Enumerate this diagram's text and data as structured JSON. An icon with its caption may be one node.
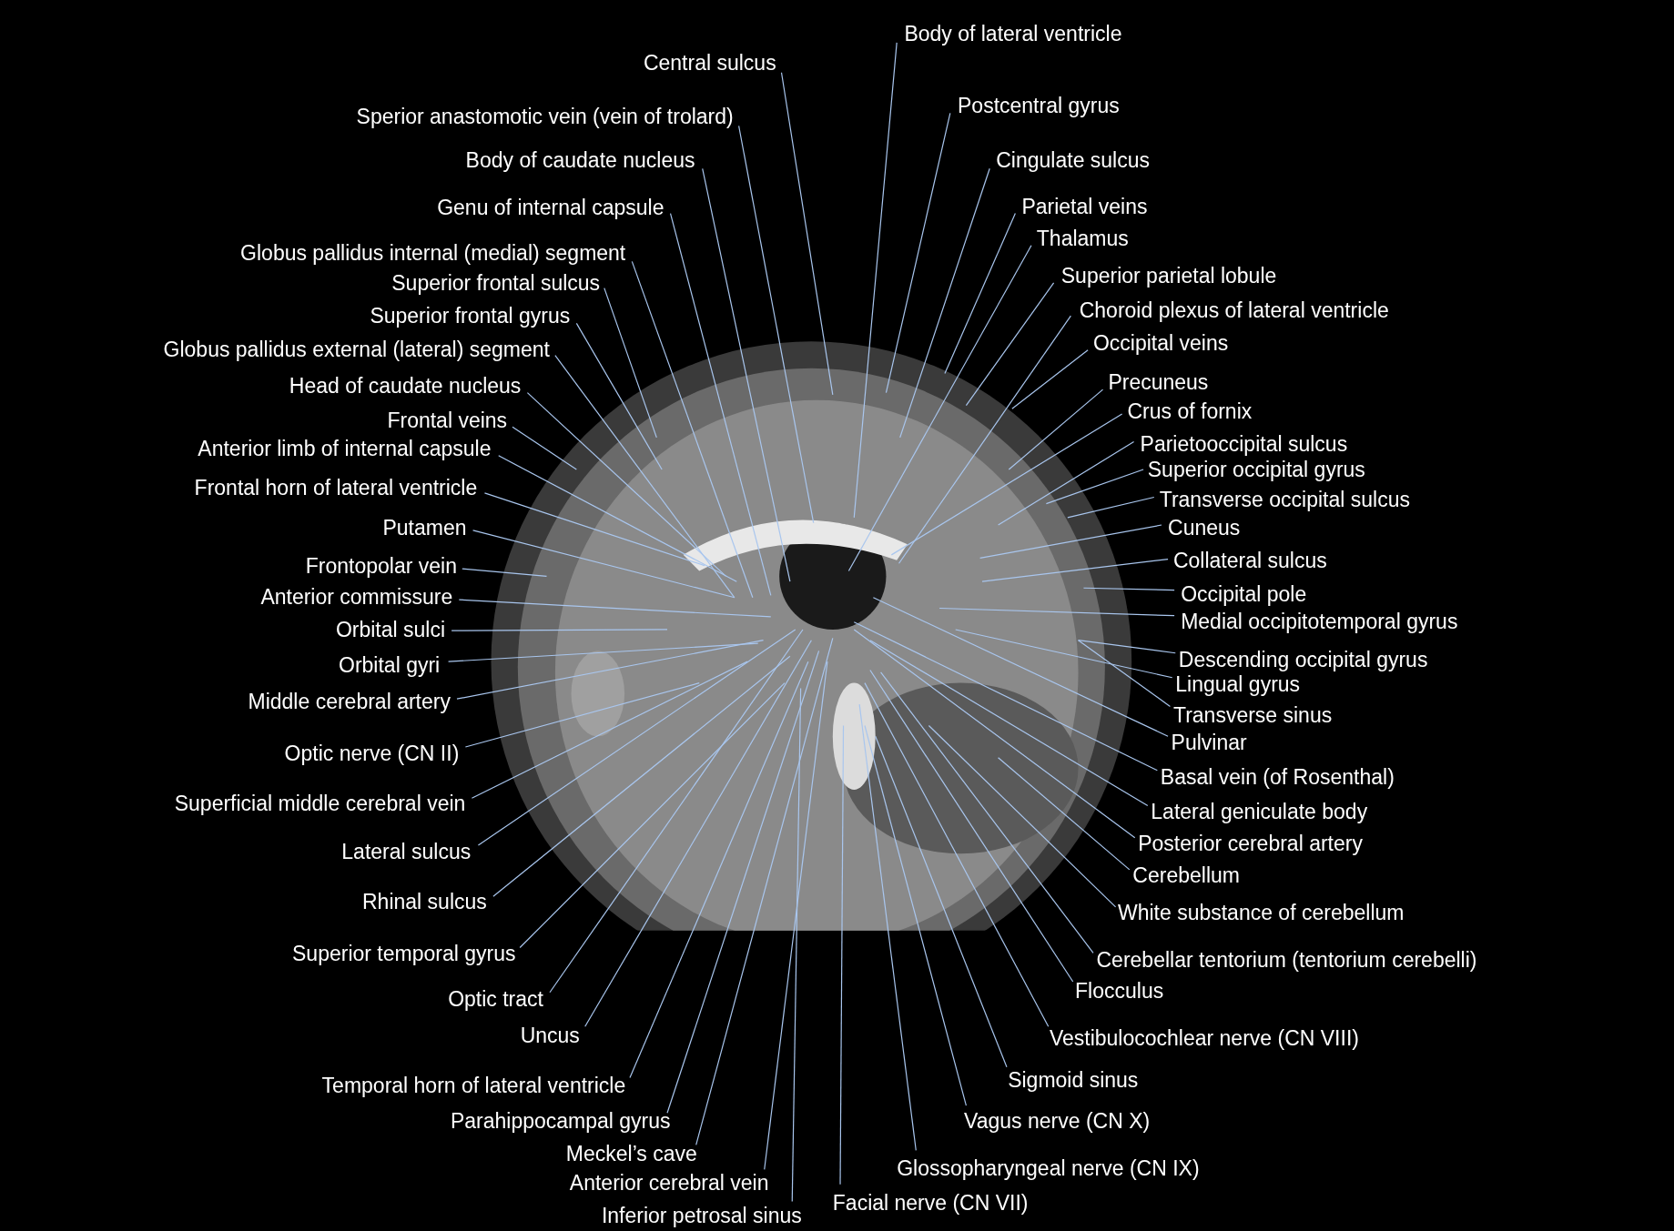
{
  "diagram": {
    "nodes": [
      {
        "text": [
          "Body of lateral ventricle"
        ]
      },
      {
        "text": [
          "Central sulcus"
        ]
      },
      {
        "text": [
          "Sperior anastomotic vein (vein of trolard)"
        ]
      },
      {
        "text": [
          "Body of caudate nucleus"
        ]
      },
      {
        "text": [
          "Genu of internal capsule"
        ]
      },
      {
        "text": [
          "Globus pallidus internal (medial) segment"
        ]
      },
      {
        "text": [
          "Superior frontal sulcus"
        ]
      },
      {
        "text": [
          "Superior frontal gyrus"
        ]
      },
      {
        "text": [
          "Globus pallidus external (lateral) segment"
        ]
      },
      {
        "text": [
          "Head of caudate nucleus"
        ]
      },
      {
        "text": [
          "Frontal veins"
        ]
      },
      {
        "text": [
          "Anterior limb of internal capsule"
        ]
      },
      {
        "text": [
          "Frontal horn of lateral ventricle"
        ]
      },
      {
        "text": [
          "Putamen"
        ]
      },
      {
        "text": [
          "Frontopolar vein"
        ]
      },
      {
        "text": [
          "Anterior commissure"
        ]
      },
      {
        "text": [
          "Orbital sulci"
        ]
      },
      {
        "text": [
          "Orbital gyri"
        ]
      },
      {
        "text": [
          "Middle cerebral artery"
        ]
      },
      {
        "text": [
          "Optic nerve (CN II)"
        ]
      },
      {
        "text": [
          "Superficial middle cerebral vein"
        ]
      },
      {
        "text": [
          "Lateral sulcus"
        ]
      },
      {
        "text": [
          "Rhinal sulcus"
        ]
      },
      {
        "text": [
          "Superior temporal gyrus"
        ]
      },
      {
        "text": [
          "Optic tract"
        ]
      },
      {
        "text": [
          "Uncus"
        ]
      },
      {
        "text": [
          "Temporal horn of lateral ventricle"
        ]
      },
      {
        "text": [
          "Parahippocampal gyrus"
        ]
      },
      {
        "text": [
          "Meckel’s cave"
        ]
      },
      {
        "text": [
          "Anterior cerebral vein"
        ]
      },
      {
        "text": [
          "Inferior petrosal sinus"
        ]
      },
      {
        "text": [
          "Facial nerve (CN VII)"
        ]
      },
      {
        "text": [
          "Glossopharyngeal nerve (CN IX)"
        ]
      },
      {
        "text": [
          "Vagus nerve (CN X)"
        ]
      },
      {
        "text": [
          "Sigmoid sinus"
        ]
      },
      {
        "text": [
          "Vestibulocochlear nerve (CN VIII)"
        ]
      },
      {
        "text": [
          "Flocculus"
        ]
      },
      {
        "text": [
          "Cerebellar tentorium (tentorium cerebelli)"
        ]
      },
      {
        "text": [
          "White substance of cerebellum"
        ]
      },
      {
        "text": [
          "Cerebellum"
        ]
      },
      {
        "text": [
          "Posterior cerebral artery"
        ]
      },
      {
        "text": [
          "Lateral geniculate body"
        ]
      },
      {
        "text": [
          "Basal vein (of Rosenthal)"
        ]
      },
      {
        "text": [
          "Pulvinar"
        ]
      },
      {
        "text": [
          "Transverse sinus"
        ]
      },
      {
        "text": [
          "Lingual gyrus"
        ]
      },
      {
        "text": [
          "Descending occipital gyrus"
        ]
      },
      {
        "text": [
          "Medial occipitotemporal gyrus"
        ]
      },
      {
        "text": [
          "Occipital pole"
        ]
      },
      {
        "text": [
          "Collateral sulcus"
        ]
      },
      {
        "text": [
          "Cuneus"
        ]
      },
      {
        "text": [
          "Transverse occipital sulcus"
        ]
      },
      {
        "text": [
          "Superior occipital gyrus"
        ]
      },
      {
        "text": [
          "Parietooccipital sulcus"
        ]
      },
      {
        "text": [
          "Crus of fornix"
        ]
      },
      {
        "text": [
          "Precuneus"
        ]
      },
      {
        "text": [
          "Occipital veins"
        ]
      },
      {
        "text": [
          "Choroid plexus of lateral ventricle"
        ]
      },
      {
        "text": [
          "Superior parietal lobule"
        ]
      },
      {
        "text": [
          "Thalamus"
        ]
      },
      {
        "text": [
          "Parietal veins"
        ]
      },
      {
        "text": [
          "Cingulate sulcus"
        ]
      },
      {
        "text": [
          "Postcentral gyrus"
        ]
      }
    ],
    "edges": [
      {
        "from": 0,
        "to": null,
        "arrow": "none"
      },
      {
        "from": 1,
        "to": null,
        "arrow": "none"
      },
      {
        "from": 2,
        "to": null,
        "arrow": "none"
      },
      {
        "from": 3,
        "to": null,
        "arrow": "none"
      },
      {
        "from": 4,
        "to": null,
        "arrow": "none"
      },
      {
        "from": 5,
        "to": null,
        "arrow": "none"
      },
      {
        "from": 6,
        "to": null,
        "arrow": "none"
      },
      {
        "from": 7,
        "to": null,
        "arrow": "none"
      },
      {
        "from": 8,
        "to": null,
        "arrow": "none"
      },
      {
        "from": 9,
        "to": null,
        "arrow": "none"
      },
      {
        "from": 10,
        "to": null,
        "arrow": "none"
      },
      {
        "from": 11,
        "to": null,
        "arrow": "none"
      },
      {
        "from": 12,
        "to": null,
        "arrow": "none"
      },
      {
        "from": 13,
        "to": null,
        "arrow": "none"
      },
      {
        "from": 14,
        "to": null,
        "arrow": "none"
      },
      {
        "from": 15,
        "to": null,
        "arrow": "none"
      },
      {
        "from": 16,
        "to": null,
        "arrow": "none"
      },
      {
        "from": 17,
        "to": null,
        "arrow": "none"
      },
      {
        "from": 18,
        "to": null,
        "arrow": "none"
      },
      {
        "from": 19,
        "to": null,
        "arrow": "none"
      },
      {
        "from": 20,
        "to": null,
        "arrow": "none"
      },
      {
        "from": 21,
        "to": null,
        "arrow": "none"
      },
      {
        "from": 22,
        "to": null,
        "arrow": "none"
      },
      {
        "from": 23,
        "to": null,
        "arrow": "none"
      },
      {
        "from": 24,
        "to": null,
        "arrow": "none"
      },
      {
        "from": 25,
        "to": null,
        "arrow": "none"
      },
      {
        "from": 26,
        "to": null,
        "arrow": "none"
      },
      {
        "from": 27,
        "to": null,
        "arrow": "none"
      },
      {
        "from": 28,
        "to": null,
        "arrow": "none"
      },
      {
        "from": 29,
        "to": null,
        "arrow": "none"
      },
      {
        "from": 30,
        "to": null,
        "arrow": "none"
      },
      {
        "from": 31,
        "to": null,
        "arrow": "none"
      },
      {
        "from": 32,
        "to": null,
        "arrow": "none"
      },
      {
        "from": 33,
        "to": null,
        "arrow": "none"
      },
      {
        "from": 34,
        "to": null,
        "arrow": "none"
      },
      {
        "from": 35,
        "to": null,
        "arrow": "none"
      },
      {
        "from": 36,
        "to": null,
        "arrow": "none"
      },
      {
        "from": 37,
        "to": null,
        "arrow": "none"
      },
      {
        "from": 38,
        "to": null,
        "arrow": "none"
      },
      {
        "from": 39,
        "to": null,
        "arrow": "none"
      },
      {
        "from": 40,
        "to": null,
        "arrow": "none"
      },
      {
        "from": 41,
        "to": null,
        "arrow": "none"
      },
      {
        "from": 42,
        "to": null,
        "arrow": "none"
      },
      {
        "from": 43,
        "to": null,
        "arrow": "none"
      },
      {
        "from": 44,
        "to": null,
        "arrow": "none"
      },
      {
        "from": 45,
        "to": null,
        "arrow": "none"
      },
      {
        "from": 46,
        "to": null,
        "arrow": "none"
      },
      {
        "from": 47,
        "to": null,
        "arrow": "none"
      },
      {
        "from": 48,
        "to": null,
        "arrow": "none"
      },
      {
        "from": 49,
        "to": null,
        "arrow": "none"
      },
      {
        "from": 50,
        "to": null,
        "arrow": "none"
      },
      {
        "from": 51,
        "to": null,
        "arrow": "none"
      },
      {
        "from": 52,
        "to": null,
        "arrow": "none"
      },
      {
        "from": 53,
        "to": null,
        "arrow": "none"
      },
      {
        "from": 54,
        "to": null,
        "arrow": "none"
      },
      {
        "from": 55,
        "to": null,
        "arrow": "none"
      },
      {
        "from": 56,
        "to": null,
        "arrow": "none"
      },
      {
        "from": 57,
        "to": null,
        "arrow": "none"
      },
      {
        "from": 58,
        "to": null,
        "arrow": "none"
      },
      {
        "from": 59,
        "to": null,
        "arrow": "none"
      },
      {
        "from": 60,
        "to": null,
        "arrow": "none"
      },
      {
        "from": 61,
        "to": null,
        "arrow": "none"
      },
      {
        "from": 62,
        "to": null,
        "arrow": "none"
      }
    ]
  }
}
